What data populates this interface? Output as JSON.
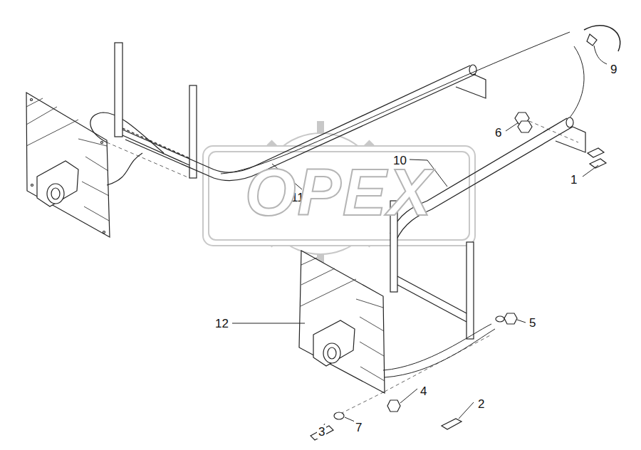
{
  "diagram": {
    "labels": [
      "9",
      "6",
      "1",
      "10",
      "11",
      "12",
      "5",
      "4",
      "2",
      "3",
      "7",
      "OPEX"
    ]
  }
}
